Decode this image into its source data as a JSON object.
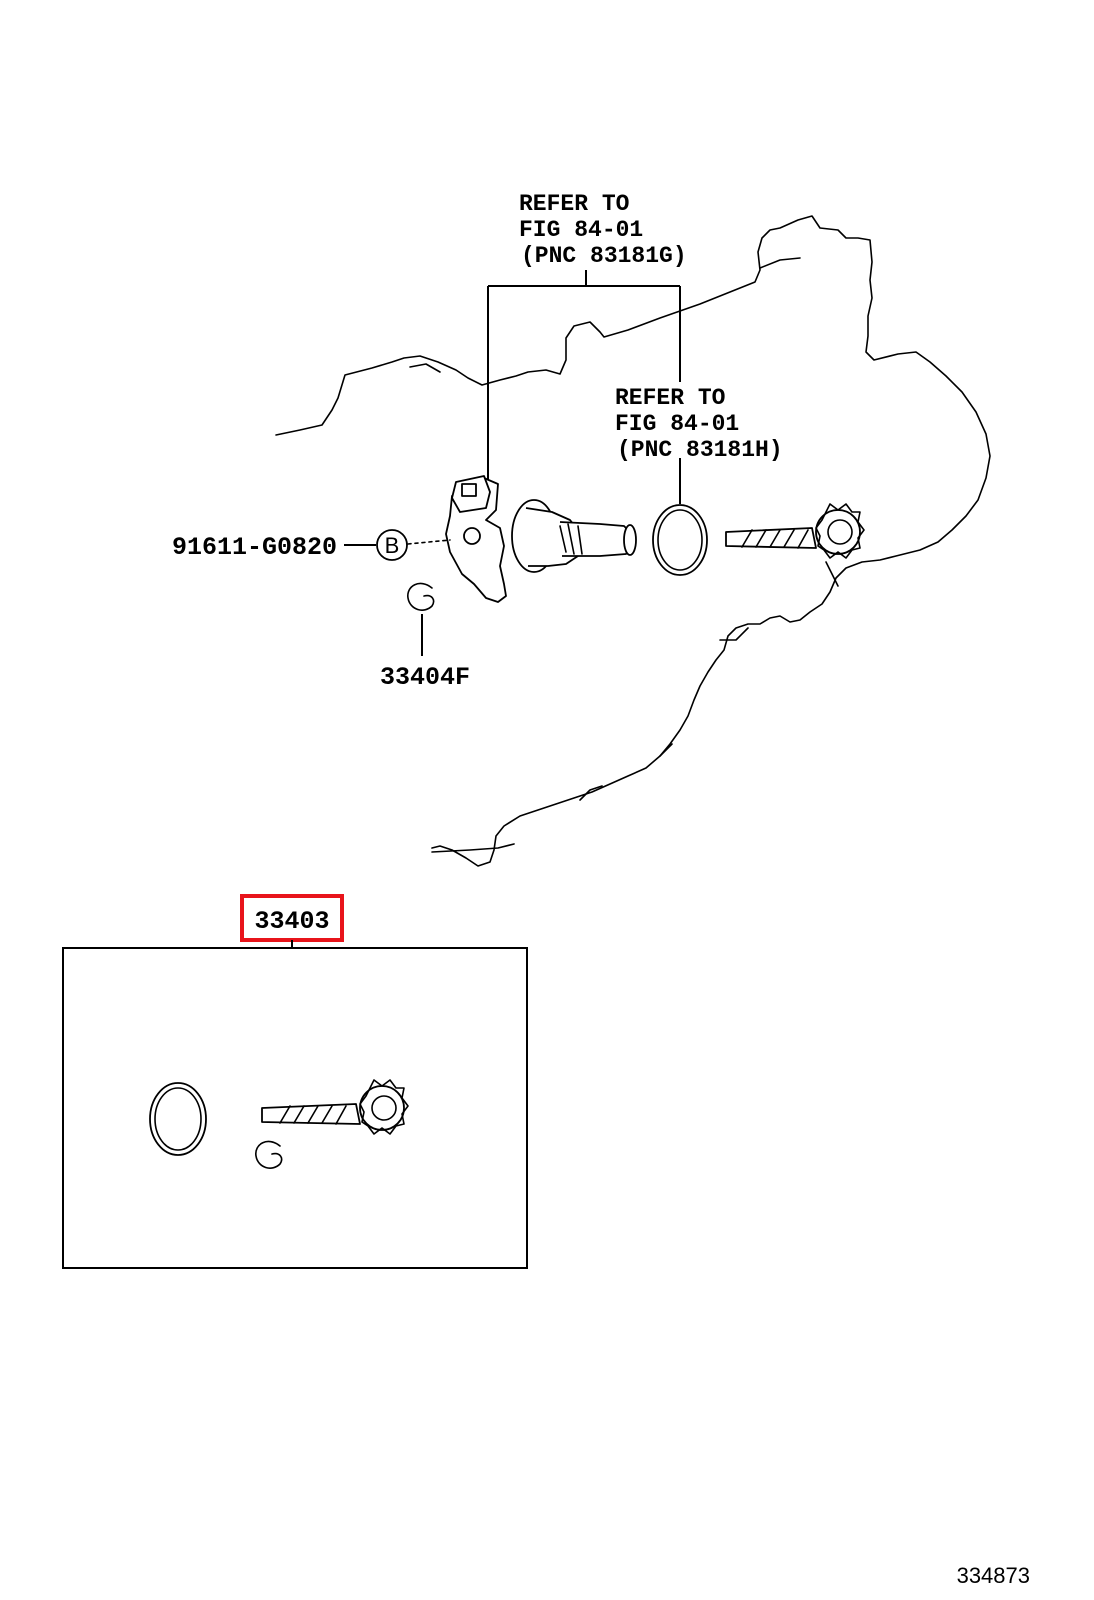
{
  "refer_top": {
    "line1": "REFER TO",
    "line2": "FIG 84-01",
    "line3": "(PNC 83181G)"
  },
  "refer_right": {
    "line1": "REFER TO",
    "line2": "FIG 84-01",
    "line3": "(PNC 83181H)"
  },
  "callouts": {
    "bolt_part_number": "91611-G0820",
    "bolt_marker": "B",
    "clip_part_number": "33404F",
    "kit_part_number": "33403"
  },
  "highlight_color": "#e8141b",
  "figure_id": "334873"
}
